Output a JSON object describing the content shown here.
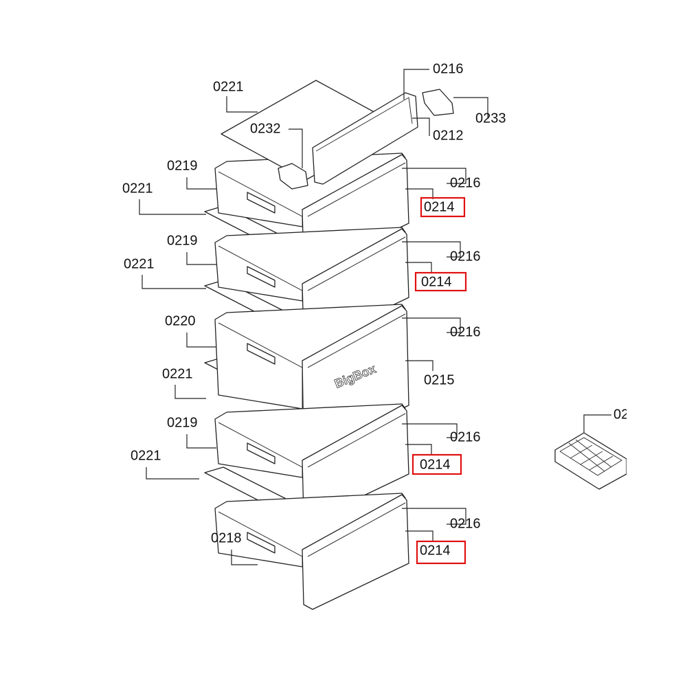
{
  "diagram": {
    "labels": {
      "l0221_top": "0221",
      "l0216_top": "0216",
      "l0233": "0233",
      "l0232": "0232",
      "l0212": "0212",
      "l0219_a": "0219",
      "l0216_a": "0216",
      "l0221_a": "0221",
      "l0214_a": "0214",
      "l0219_b": "0219",
      "l0216_b": "0216",
      "l0221_b": "0221",
      "l0214_b": "0214",
      "l0220": "0220",
      "l0216_c": "0216",
      "l0215": "0215",
      "l0221_c": "0221",
      "l0219_d": "0219",
      "l0216_d": "0216",
      "l0221_d": "0221",
      "l0214_d": "0214",
      "l0216_e": "0216",
      "l0218": "0218",
      "l0214_e": "0214",
      "l_icetray": "02"
    },
    "brand_text": "BigBox",
    "highlight_color": "#e01010"
  }
}
